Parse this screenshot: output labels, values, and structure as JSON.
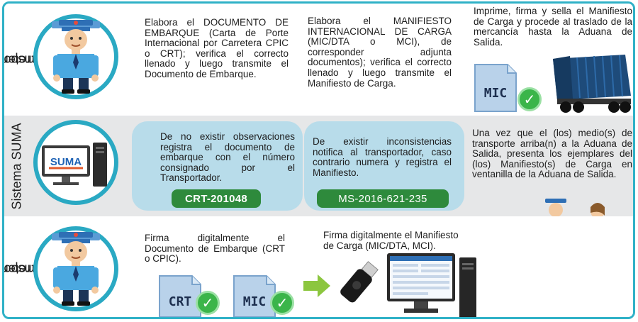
{
  "lanes": [
    {
      "label_line1": "Transportador",
      "label_line2": "Carretero"
    },
    {
      "label_line1": "Sistema SUMA",
      "label_line2": ""
    },
    {
      "label_line1": "Transportador",
      "label_line2": "Carretero"
    }
  ],
  "row1": {
    "step1": "Elabora el DOCUMENTO DE EMBARQUE (Carta de Porte Internacional por Carretera CPIC o CRT); verifica el correcto llenado y luego transmite el Documento de Embarque.",
    "step2": "Elabora el MANIFIESTO INTERNACIONAL DE CARGA (MIC/DTA o MCI), de corresponder adjunta documentos); verifica el correcto llenado y luego transmite el Manifiesto de Carga.",
    "step3": "Imprime, firma y sella el Manifiesto de Carga y procede al traslado de la mercancía hasta la Aduana de Salida.",
    "doc_label": "MIC"
  },
  "row2": {
    "monitor_logo": "SUMA",
    "bubble1_text": "De no existir observaciones registra el documento de embarque con el número consignado por el Transportador.",
    "bubble1_code": "CRT-201048",
    "bubble2_text": "De existir inconsistencias notifica al transportador, caso contrario numera y registra el Manifiesto.",
    "bubble2_code": "MS-2016-621-235",
    "step_right": "Una vez que el (los) medio(s) de transporte arriba(n) a la Aduana de Salida, presenta los ejemplares del (los) Manifiesto(s) de Carga en ventanilla de la Aduana de Salida."
  },
  "row3": {
    "step1": "Firma digitalmente el Documento de Embarque (CRT o CPIC).",
    "step2": "Firma digitalmente el Manifiesto de Carga (MIC/DTA, MCI).",
    "doc1_label": "CRT",
    "doc2_label": "MIC"
  },
  "colors": {
    "accent": "#2fb1c7",
    "bubble": "#b8dcea",
    "tag": "#2e8a3c",
    "check": "#3bb54a",
    "arrow": "#8cc63f"
  }
}
